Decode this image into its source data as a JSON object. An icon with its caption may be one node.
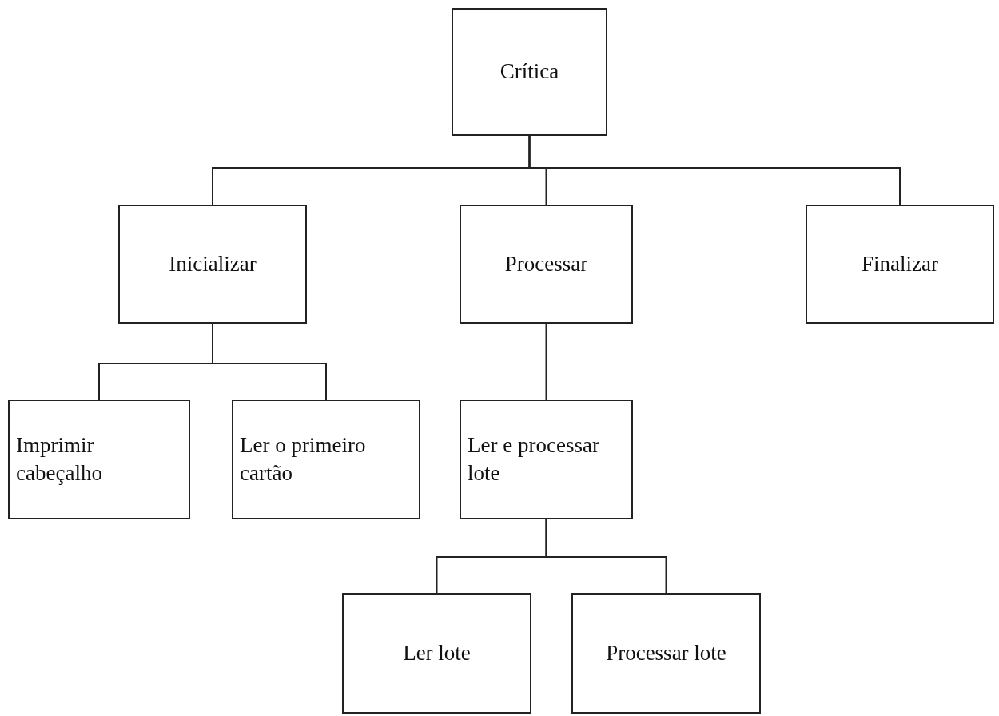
{
  "diagram": {
    "nodes": [
      {
        "text": [
          "Crítica"
        ]
      },
      {
        "text": [
          "Inicializar"
        ]
      },
      {
        "text": [
          "Processar"
        ]
      },
      {
        "text": [
          "Finalizar"
        ]
      },
      {
        "text": [
          "Imprimir cabeçalho"
        ]
      },
      {
        "text": [
          "Ler o primeiro cartão"
        ]
      },
      {
        "text": [
          "Ler e processar lote"
        ]
      },
      {
        "text": [
          "Ler lote"
        ]
      },
      {
        "text": [
          "Processar lote"
        ]
      }
    ],
    "edges": [
      {
        "from": 0,
        "to": 1,
        "arrow": "none"
      },
      {
        "from": 0,
        "to": 2,
        "arrow": "none"
      },
      {
        "from": 0,
        "to": 3,
        "arrow": "none"
      },
      {
        "from": 1,
        "to": 4,
        "arrow": "none"
      },
      {
        "from": 1,
        "to": 5,
        "arrow": "none"
      },
      {
        "from": 2,
        "to": 6,
        "arrow": "none"
      },
      {
        "from": 6,
        "to": 7,
        "arrow": "none"
      },
      {
        "from": 6,
        "to": 8,
        "arrow": "none"
      }
    ]
  }
}
